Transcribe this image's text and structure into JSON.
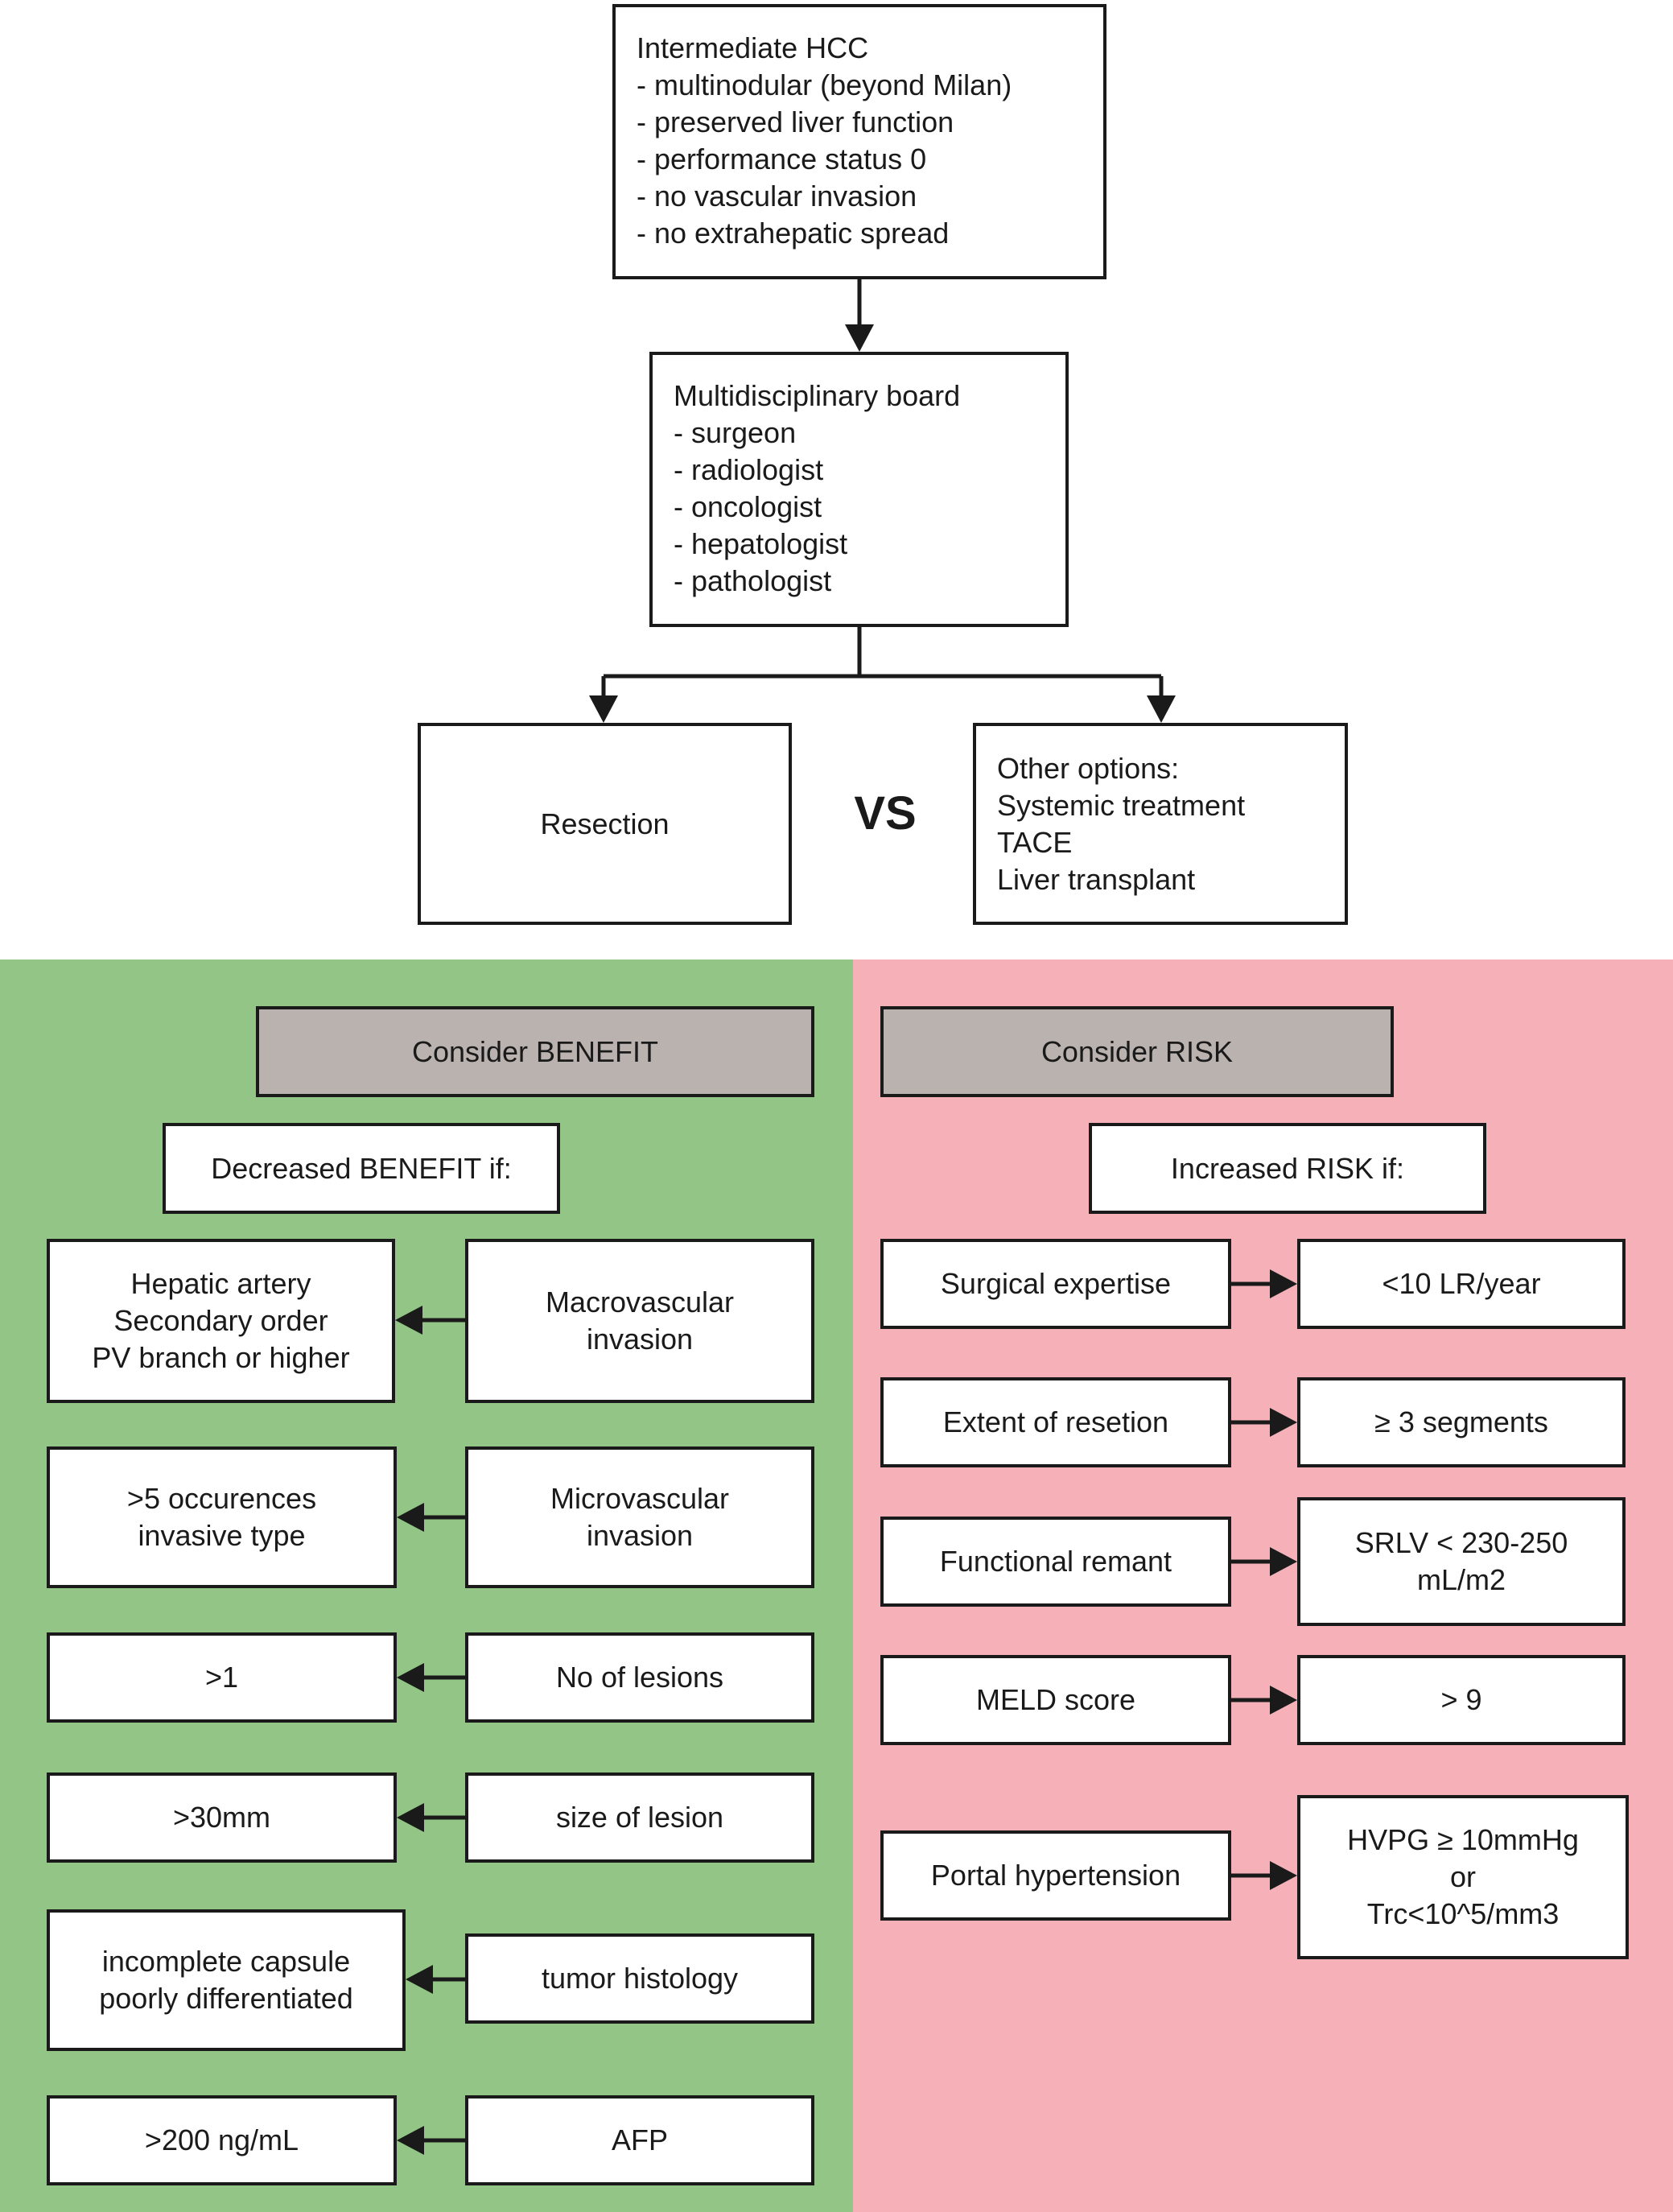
{
  "top": {
    "hcc_box": [
      "Intermediate HCC",
      "- multinodular (beyond Milan)",
      "- preserved liver function",
      "- performance status 0",
      "- no vascular invasion",
      "- no extrahepatic spread"
    ],
    "board_box": [
      "Multidisciplinary board",
      "- surgeon",
      "- radiologist",
      "- oncologist",
      "- hepatologist",
      "- pathologist"
    ],
    "resection": "Resection",
    "vs": "VS",
    "other_box": [
      "Other options:",
      "Systemic treatment",
      "TACE",
      "Liver transplant"
    ]
  },
  "benefit": {
    "header": "Consider BENEFIT",
    "subheader": "Decreased BENEFIT if:",
    "rows": [
      {
        "factor": [
          "Macrovascular",
          "invasion"
        ],
        "criterion": [
          "Hepatic artery",
          "Secondary order",
          "PV branch or higher"
        ]
      },
      {
        "factor": [
          "Microvascular",
          "invasion"
        ],
        "criterion": [
          ">5 occurences",
          "invasive type"
        ]
      },
      {
        "factor": [
          "No of lesions"
        ],
        "criterion": [
          ">1"
        ]
      },
      {
        "factor": [
          "size of lesion"
        ],
        "criterion": [
          ">30mm"
        ]
      },
      {
        "factor": [
          "tumor histology"
        ],
        "criterion": [
          "incomplete capsule",
          "poorly differentiated"
        ]
      },
      {
        "factor": [
          "AFP"
        ],
        "criterion": [
          ">200 ng/mL"
        ]
      }
    ]
  },
  "risk": {
    "header": "Consider RISK",
    "subheader": "Increased RISK if:",
    "rows": [
      {
        "factor": [
          "Surgical expertise"
        ],
        "criterion": [
          "<10 LR/year"
        ]
      },
      {
        "factor": [
          "Extent of resetion"
        ],
        "criterion": [
          "≥ 3 segments"
        ]
      },
      {
        "factor": [
          "Functional remant"
        ],
        "criterion": [
          "SRLV < 230-250",
          "mL/m2"
        ]
      },
      {
        "factor": [
          "MELD score"
        ],
        "criterion": [
          "> 9"
        ]
      },
      {
        "factor": [
          "Portal hypertension"
        ],
        "criterion": [
          "HVPG ≥ 10mmHg",
          "or",
          "Trc<10^5/mm3"
        ]
      }
    ]
  },
  "colors": {
    "benefit_panel": "#93c686",
    "risk_panel": "#f6b1b8",
    "header_box": "#bab2af",
    "stroke": "#1a1a1a"
  }
}
